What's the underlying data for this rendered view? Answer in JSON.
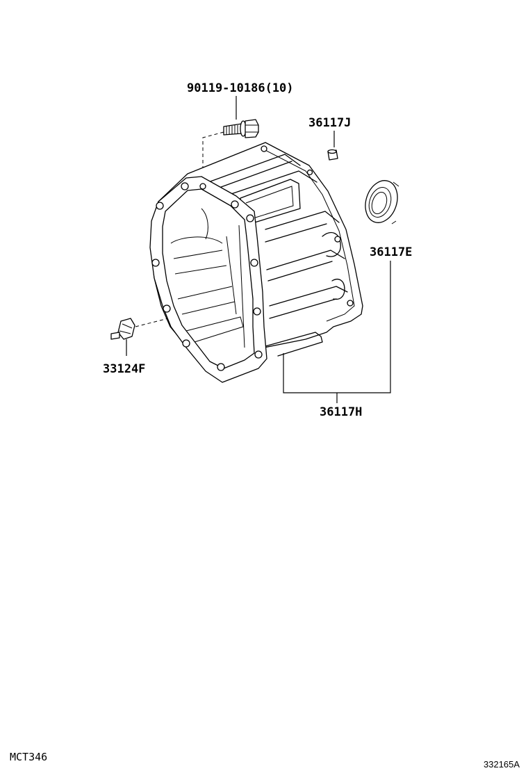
{
  "parts": {
    "bolt": "90119-10186(10)",
    "pin": "36117J",
    "oil_seal": "36117E",
    "plug": "33124F",
    "case_assembly": "36117H"
  },
  "footer": {
    "diagram_code": "MCT346",
    "image_code": "332165A"
  }
}
